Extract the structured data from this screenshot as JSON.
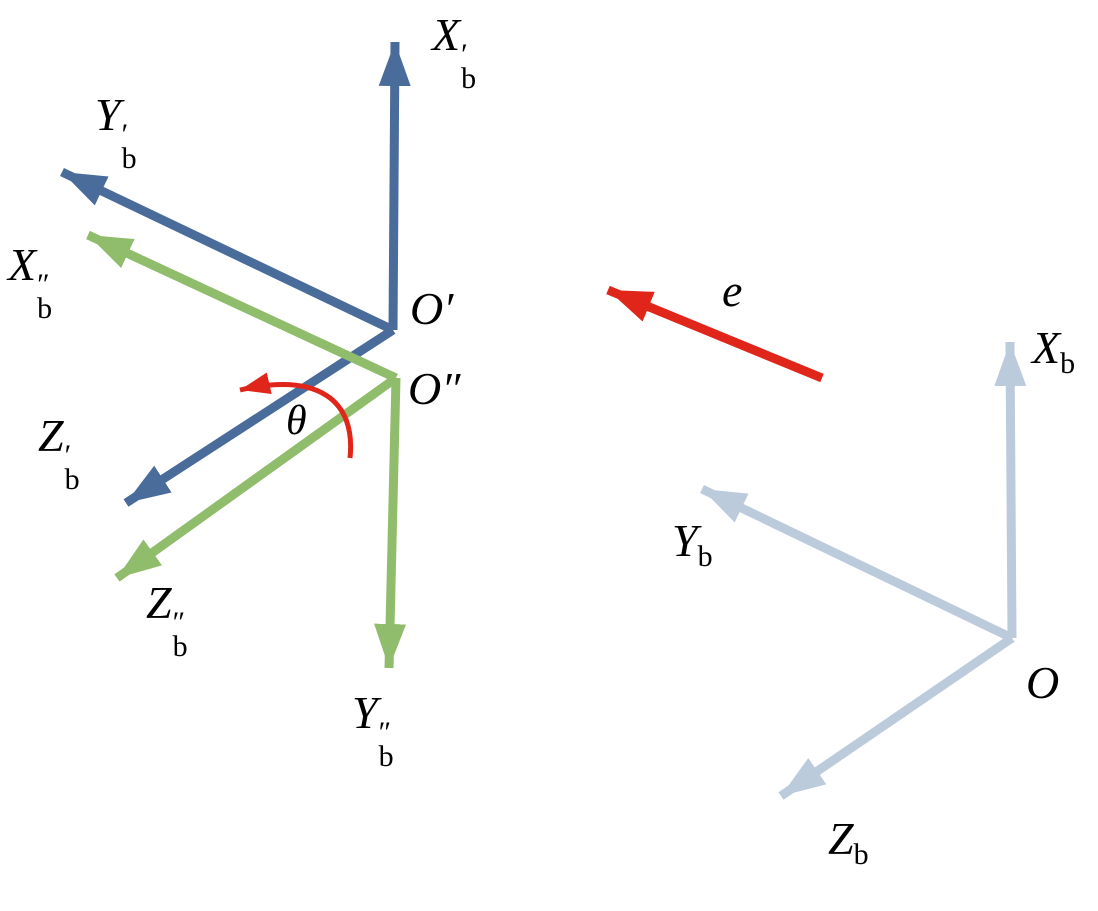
{
  "diagram": {
    "description": "Rotation of a body coordinate frame about an axis e by angle theta",
    "colors": {
      "blue": "#4a6c9b",
      "green": "#90bd6c",
      "gray": "#bccbdc",
      "red": "#e0261b"
    },
    "frames": {
      "primed": {
        "origin_label": "O′",
        "x_axis": {
          "base": "X",
          "sub": "b",
          "sup": "′"
        },
        "y_axis": {
          "base": "Y",
          "sub": "b",
          "sup": "′"
        },
        "z_axis": {
          "base": "Z",
          "sub": "b",
          "sup": "′"
        }
      },
      "double_primed": {
        "origin_label": "O″",
        "x_axis": {
          "base": "X",
          "sub": "b",
          "sup": "″"
        },
        "y_axis": {
          "base": "Y",
          "sub": "b",
          "sup": "″"
        },
        "z_axis": {
          "base": "Z",
          "sub": "b",
          "sup": "″"
        }
      },
      "body": {
        "origin_label": "O",
        "x_axis": {
          "base": "X",
          "sub": "b"
        },
        "y_axis": {
          "base": "Y",
          "sub": "b"
        },
        "z_axis": {
          "base": "Z",
          "sub": "b"
        }
      }
    },
    "rotation": {
      "axis_label": "e",
      "angle_label": "θ"
    }
  }
}
